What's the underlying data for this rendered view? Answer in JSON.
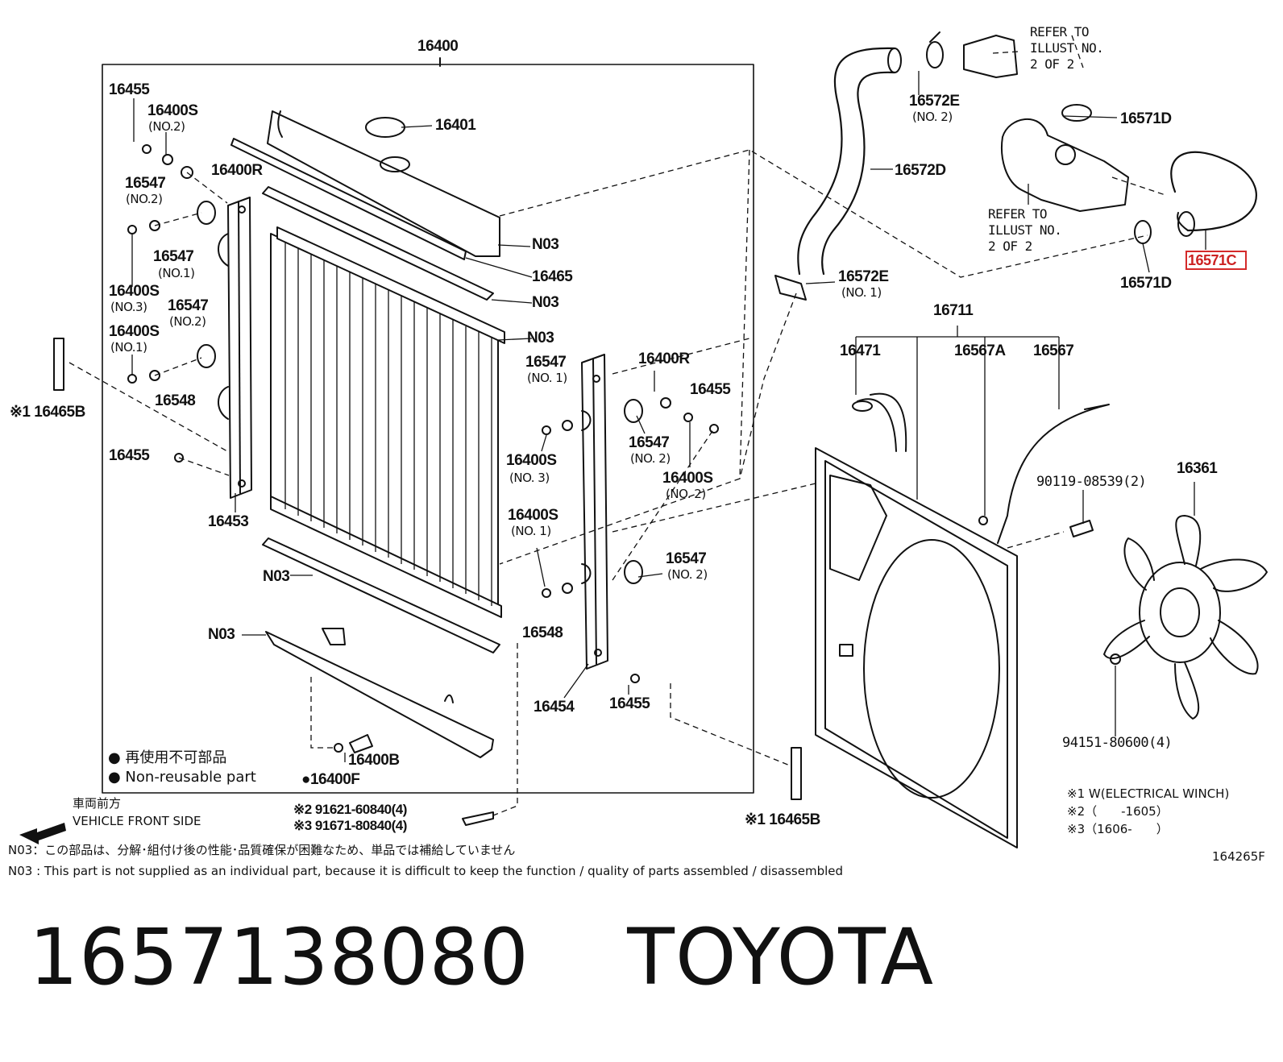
{
  "diagram": {
    "group_label": "16400",
    "parts": {
      "p16455_top": "16455",
      "p16400S_1": "16400S",
      "p16400S_1_sub": "(NO.2)",
      "p16400R_left": "16400R",
      "p16547_a": "16547",
      "p16547_a_sub": "(NO.2)",
      "p16547_b": "16547",
      "p16547_b_sub": "(NO.1)",
      "p16400S_2": "16400S",
      "p16400S_2_sub": "(NO.3)",
      "p16547_c": "16547",
      "p16547_c_sub": "(NO.2)",
      "p16400S_3": "16400S",
      "p16400S_3_sub": "(NO.1)",
      "p16548_left": "16548",
      "p16465B_left": "※1 16465B",
      "p16455_mid": "16455",
      "p16453": "16453",
      "p16401": "16401",
      "pN03_a": "N03",
      "p16465": "16465",
      "pN03_b": "N03",
      "pN03_c": "N03",
      "p16547_d": "16547",
      "p16547_d_sub": "(NO. 1)",
      "p16400R_right": "16400R",
      "p16455_right": "16455",
      "p16547_e": "16547",
      "p16547_e_sub": "(NO. 2)",
      "p16400S_4": "16400S",
      "p16400S_4_sub": "(NO. 3)",
      "p16400S_5": "16400S",
      "p16400S_5_sub": "(NO. 2)",
      "p16400S_6": "16400S",
      "p16400S_6_sub": "(NO. 1)",
      "p16547_f": "16547",
      "p16547_f_sub": "(NO. 2)",
      "pN03_d": "N03",
      "pN03_e": "N03",
      "p16548_right": "16548",
      "p16454": "16454",
      "p16455_bottom": "16455",
      "p16400B": "16400B",
      "p16400F": "●16400F",
      "p16572E_top": "16572E",
      "p16572E_top_sub": "(NO. 2)",
      "p16572D": "16572D",
      "p16572E_mid": "16572E",
      "p16572E_mid_sub": "(NO. 1)",
      "p16571D_top": "16571D",
      "p16571D_bottom": "16571D",
      "p16571C": "16571C",
      "p16711": "16711",
      "p16471": "16471",
      "p16567A": "16567A",
      "p16567": "16567",
      "p90119": "90119-08539(2)",
      "p16361": "16361",
      "p94151": "94151-80600(4)",
      "p16465B_right": "※1 16465B",
      "p91621": "※2 91621-60840(4)",
      "p91671": "※3 91671-80840(4)",
      "refer_top": "REFER TO\nILLUST NO.\n2 OF 2",
      "refer_mid": "REFER TO\nILLUST NO.\n2 OF 2"
    },
    "legend": {
      "jp": "● 再使用不可部品",
      "en": "● Non-reusable part"
    },
    "front_side": {
      "jp": "車両前方",
      "en": "VEHICLE FRONT SIDE"
    },
    "footnotes": {
      "f1": "※1 W(ELECTRICAL WINCH)",
      "f2": "※2（　　-1605）",
      "f3": "※3（1606-　　）"
    },
    "notes": {
      "jp": "N03：この部品は、分解･組付け後の性能･品質確保が困難なため、単品では補給していません",
      "en": "N03 : This part is not supplied as an individual part, because it is difficult to keep the function / quality of parts assembled / disassembled"
    },
    "illustration_code": "164265F"
  },
  "caption": {
    "part_number": "1657138080",
    "brand": "TOYOTA"
  },
  "colors": {
    "ink": "#111111",
    "highlight": "#d42a2a"
  }
}
